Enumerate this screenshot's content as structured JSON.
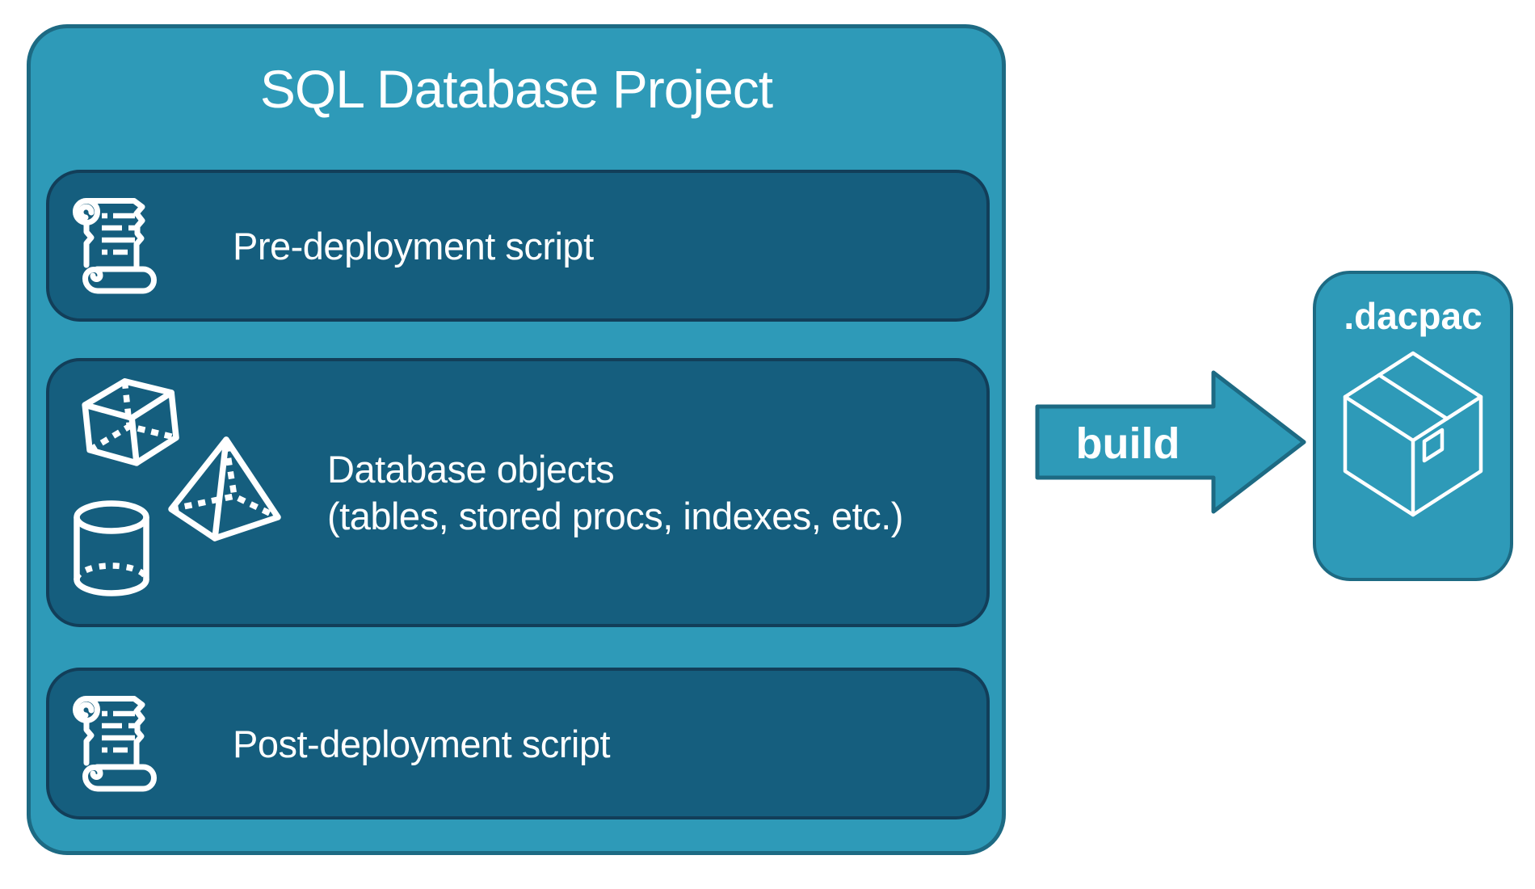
{
  "project": {
    "title": "SQL Database Project",
    "boxes": [
      {
        "label": "Pre-deployment script",
        "icon": "scroll-icon"
      },
      {
        "label_line1": "Database objects",
        "label_line2": "(tables, stored procs, indexes, etc.)",
        "icons": [
          "cube-icon",
          "pyramid-icon",
          "cylinder-icon"
        ]
      },
      {
        "label": "Post-deployment script",
        "icon": "scroll-icon"
      }
    ]
  },
  "build_arrow": {
    "label": "build"
  },
  "output": {
    "label": ".dacpac",
    "icon": "package-icon"
  },
  "colors": {
    "container_fill": "#2E9AB8",
    "container_stroke": "#1D6A83",
    "box_fill": "#155E7E",
    "box_stroke": "#123E59",
    "text": "#FFFFFF",
    "background": "#FFFFFF"
  }
}
